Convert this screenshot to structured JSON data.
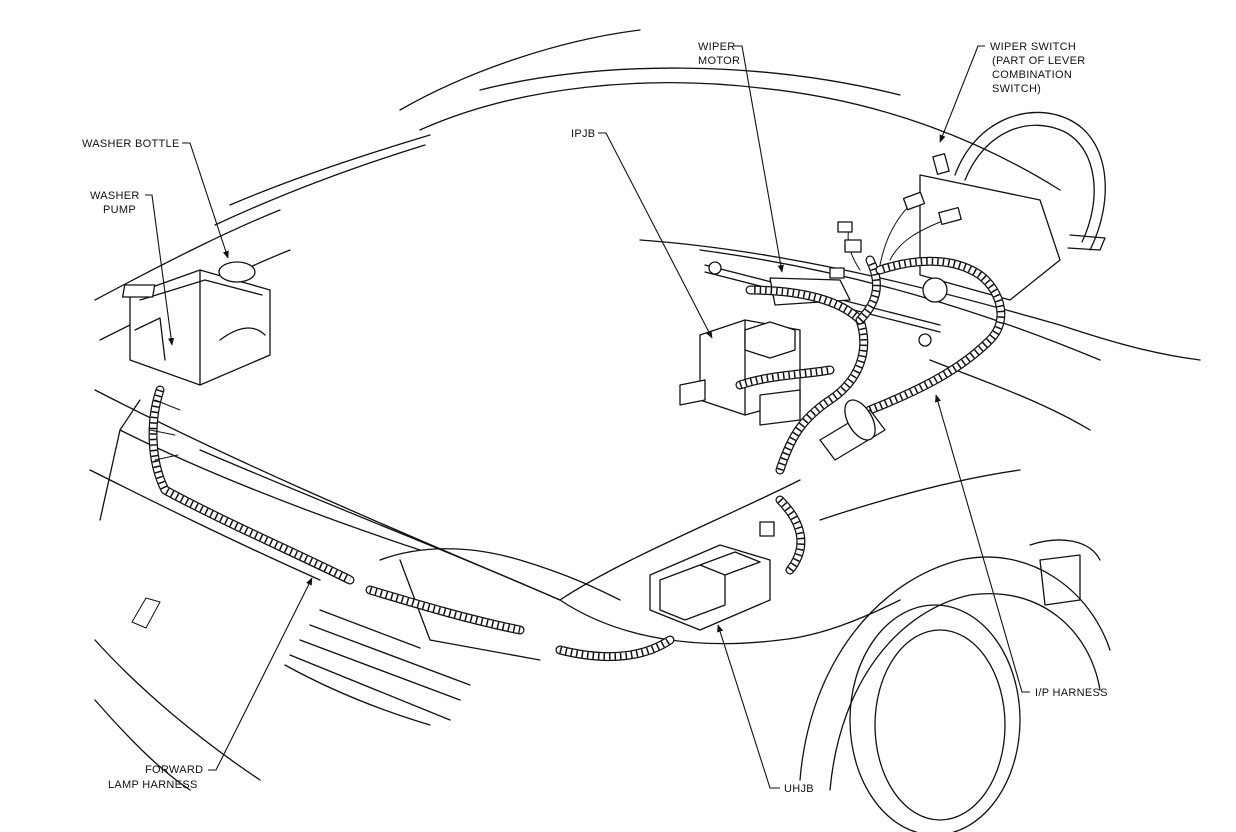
{
  "diagram": {
    "labels": {
      "washer_bottle": [
        "WASHER BOTTLE"
      ],
      "washer_pump": [
        "WASHER",
        "PUMP"
      ],
      "ipjb": [
        "IPJB"
      ],
      "wiper_motor": [
        "WIPER",
        "MOTOR"
      ],
      "wiper_switch": [
        "WIPER SWITCH",
        "(PART OF LEVER",
        "COMBINATION",
        "SWITCH)"
      ],
      "ip_harness": [
        "I/P HARNESS"
      ],
      "uhjb": [
        "UHJB"
      ],
      "forward_lamp_harness": [
        "FORWARD",
        "LAMP HARNESS"
      ]
    }
  }
}
